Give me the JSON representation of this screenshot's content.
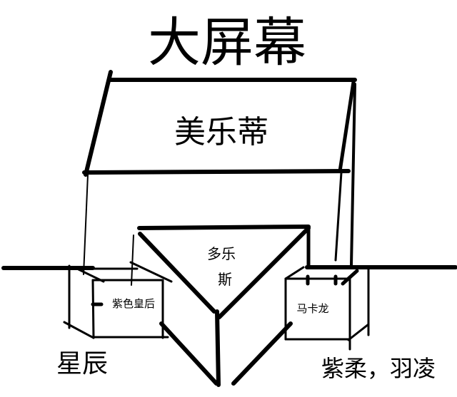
{
  "title": "大屏幕",
  "screen_label": "美乐蒂",
  "center_label_line1": "多乐",
  "center_label_line2": "斯",
  "left_box_label": "紫色皇后",
  "right_box_label": "马卡龙",
  "left_area_label": "星辰",
  "right_area_label": "紫柔，羽凌",
  "colors": {
    "ink": "#000000",
    "background": "#ffffff"
  }
}
